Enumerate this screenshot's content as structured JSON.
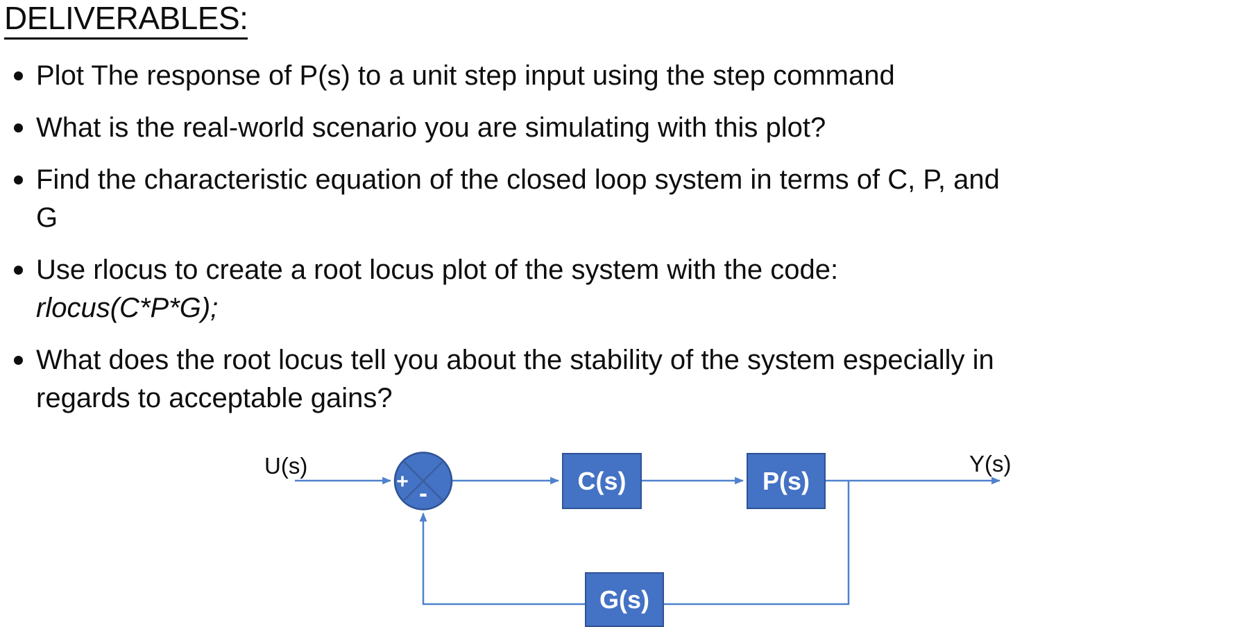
{
  "title": "DELIVERABLES:",
  "bullets": [
    {
      "lines": [
        {
          "text": "Plot The response of P(s) to a unit step input using the step command",
          "italic": false
        }
      ]
    },
    {
      "lines": [
        {
          "text": "What is the real-world scenario you are simulating with this plot?",
          "italic": false
        }
      ]
    },
    {
      "lines": [
        {
          "text": "Find the characteristic equation of the closed loop system in terms of C, P, and",
          "italic": false
        },
        {
          "text": "G",
          "italic": false
        }
      ]
    },
    {
      "lines": [
        {
          "text": "Use rlocus to create a root locus plot of the system with the code:",
          "italic": false
        },
        {
          "text": "rlocus(C*P*G);",
          "italic": true
        }
      ]
    },
    {
      "lines": [
        {
          "text": "What does the root locus tell you about the stability of the system especially in",
          "italic": false
        },
        {
          "text": "regards to acceptable gains?",
          "italic": false
        }
      ]
    }
  ],
  "diagram": {
    "input_label": "U(s)",
    "output_label": "Y(s)",
    "summing_junction": {
      "plus": "+",
      "minus": "-"
    },
    "blocks": {
      "controller": "C(s)",
      "plant": "P(s)",
      "feedback": "G(s)"
    },
    "colors": {
      "connector": "#4f81cd",
      "block_fill": "#4472c4",
      "block_border": "#2e5395",
      "sum_cross": "#3a5f9f",
      "block_text": "#ffffff",
      "body_text": "#0d0d0d"
    }
  }
}
